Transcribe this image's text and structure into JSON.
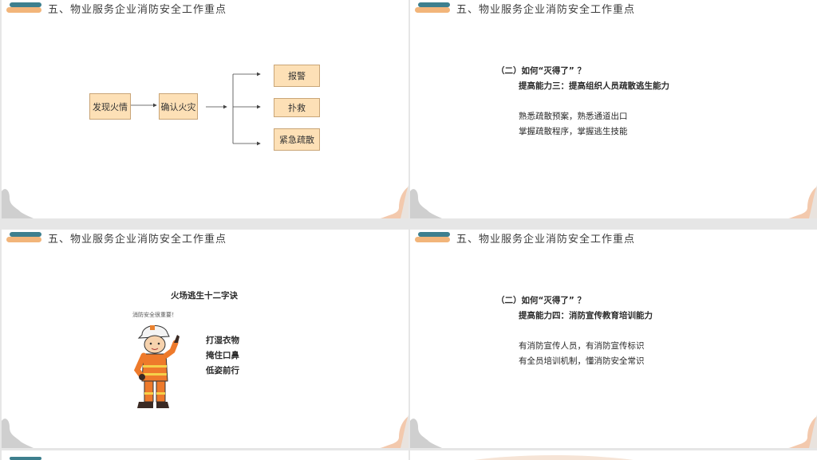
{
  "slides": {
    "s1": {
      "title": "五、物业服务企业消防安全工作重点",
      "flow": {
        "start": "发现火情",
        "confirm": "确认火灾",
        "outcomes": [
          "报警",
          "扑救",
          "紧急疏散"
        ]
      }
    },
    "s2": {
      "title": "五、物业服务企业消防安全工作重点",
      "question": "（二）如何“灭得了”  ？",
      "ability": "提高能力三：提高组织人员疏散逃生能力",
      "points": [
        "熟悉疏散预案，熟悉通道出口",
        "掌握疏散程序，掌握逃生技能"
      ]
    },
    "s3": {
      "title": "五、物业服务企业消防安全工作重点",
      "heading": "火场逃生十二字诀",
      "caption": "消防安全很重要！",
      "tips": [
        "打湿衣物",
        "掩住口鼻",
        "低姿前行"
      ]
    },
    "s4": {
      "title": "五、物业服务企业消防安全工作重点",
      "question": "（二）如何“灭得了”  ？",
      "ability": "提高能力四：消防宣传教育培训能力",
      "points": [
        "有消防宣传人员，有消防宣传标识",
        "有全员培训机制，懂消防安全常识"
      ]
    }
  },
  "colors": {
    "box_fill": "#fde0b6",
    "box_border": "#c9a577",
    "brand_teal": "#3d7f8e",
    "brand_orange": "#f2b57a",
    "deco_gray": "#cfcfcf",
    "deco_peach": "#f3c9ad"
  }
}
